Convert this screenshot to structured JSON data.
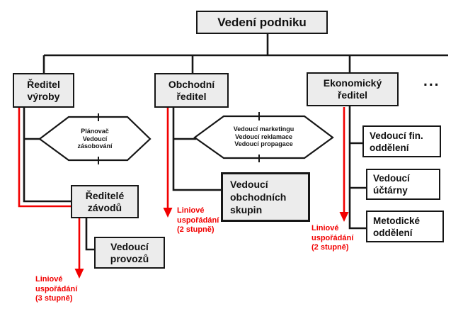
{
  "colors": {
    "accent_red": "#f20000",
    "line_black": "#161616",
    "node_fill_gray": "#ececec",
    "node_fill_white": "#ffffff"
  },
  "root": {
    "label": "Vedení podniku"
  },
  "directors": {
    "vyroba": {
      "label": "Ředitel\nvýroby"
    },
    "obchod": {
      "label": "Obchodní\nředitel"
    },
    "ekonomika": {
      "label": "Ekonomický\nředitel"
    },
    "more": {
      "label": "..."
    }
  },
  "staff_hexagons": {
    "hex_vyroba": {
      "label": "Plánovač\nVedoucí\nzásobování"
    },
    "hex_obchod": {
      "label": "Vedoucí marketingu\nVedoucí reklamace\nVedoucí propagace"
    }
  },
  "subordinates": {
    "reditele_zavodu": {
      "label": "Ředitelé\nzávodů"
    },
    "vedouci_provozu": {
      "label": "Vedoucí\nprovozů"
    },
    "vedouci_obch_skupin": {
      "label": "Vedoucí\nobchodních\nskupin"
    },
    "vedouci_fin": {
      "label": "Vedoucí fin.\noddělení"
    },
    "vedouci_uctarny": {
      "label": "Vedoucí\núčtárny"
    },
    "metodicke": {
      "label": "Metodické\noddělení"
    }
  },
  "annotations": {
    "liniove_3stupne": {
      "label": "Liniové\nuspořádání\n(3 stupně)"
    },
    "liniove_2stupne_obchod": {
      "label": "Liniové\nuspořádání\n(2 stupně)"
    },
    "liniove_2stupne_ekonom": {
      "label": "Liniové\nuspořádání\n(2 stupně)"
    }
  }
}
